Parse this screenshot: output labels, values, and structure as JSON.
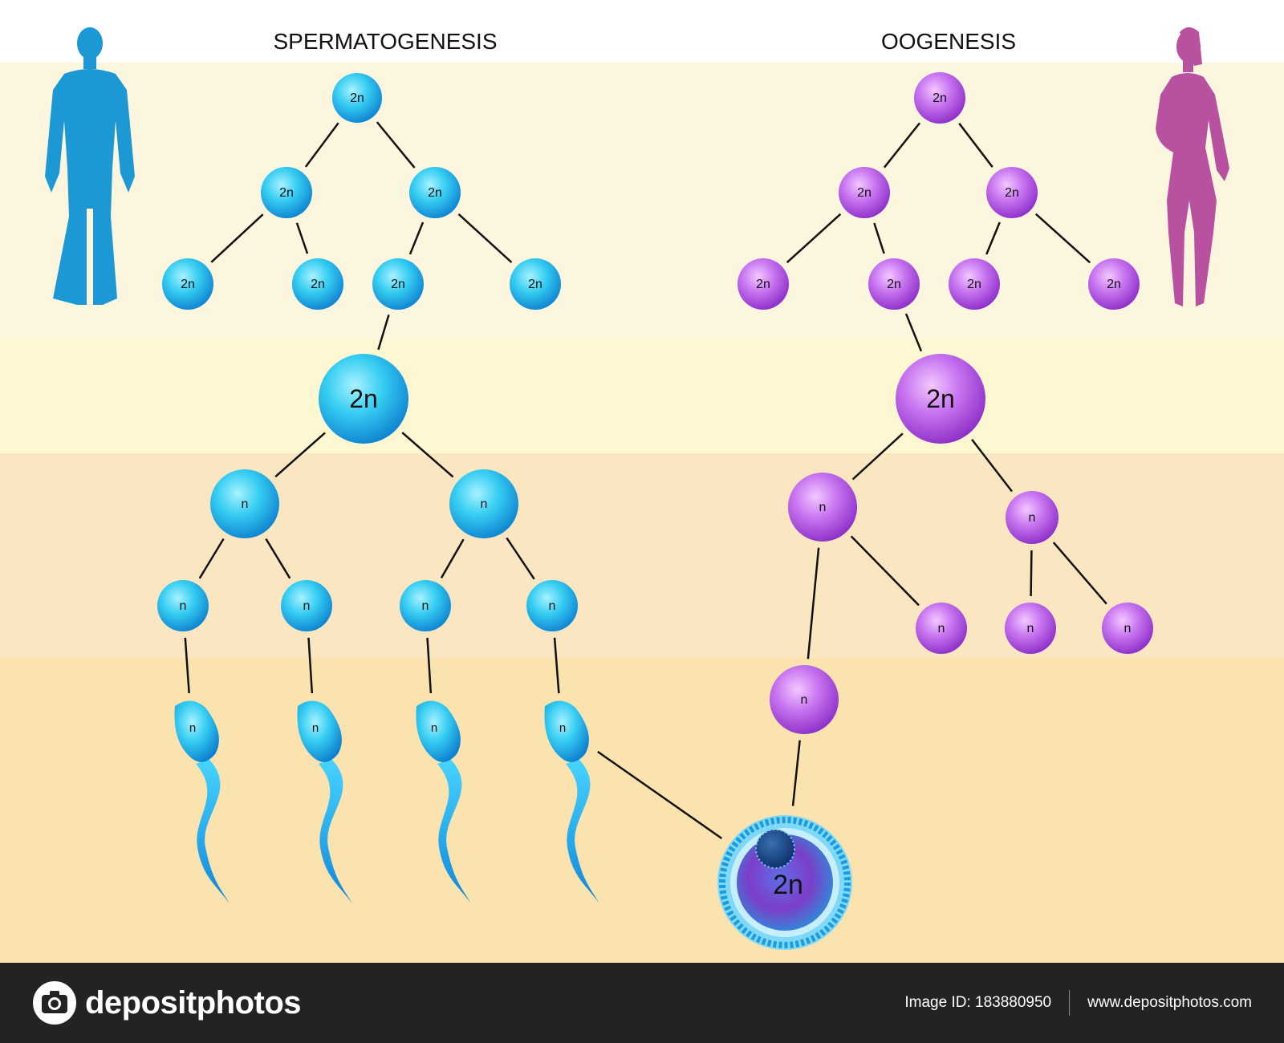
{
  "diagram": {
    "left_title": "SPERMATOGENESIS",
    "right_title": "OOGENESIS",
    "cells": {
      "sperm": [
        {
          "id": "s0",
          "label": "2n"
        },
        {
          "id": "s1",
          "label": "2n"
        },
        {
          "id": "s2",
          "label": "2n"
        },
        {
          "id": "s3",
          "label": "2n"
        },
        {
          "id": "s4",
          "label": "2n"
        },
        {
          "id": "s5",
          "label": "2n"
        },
        {
          "id": "s6",
          "label": "2n"
        },
        {
          "id": "s7",
          "label": "2n"
        },
        {
          "id": "s8",
          "label": "n"
        },
        {
          "id": "s9",
          "label": "n"
        },
        {
          "id": "s10",
          "label": "n"
        },
        {
          "id": "s11",
          "label": "n"
        },
        {
          "id": "s12",
          "label": "n"
        },
        {
          "id": "s13",
          "label": "n"
        }
      ],
      "oo": [
        {
          "id": "o0",
          "label": "2n"
        },
        {
          "id": "o1",
          "label": "2n"
        },
        {
          "id": "o2",
          "label": "2n"
        },
        {
          "id": "o3",
          "label": "2n"
        },
        {
          "id": "o4",
          "label": "2n"
        },
        {
          "id": "o5",
          "label": "2n"
        },
        {
          "id": "o6",
          "label": "2n"
        },
        {
          "id": "o7",
          "label": "2n"
        },
        {
          "id": "o8",
          "label": "n"
        },
        {
          "id": "o9",
          "label": "n"
        },
        {
          "id": "o10",
          "label": "n"
        },
        {
          "id": "o11",
          "label": "n"
        },
        {
          "id": "o12",
          "label": "n"
        },
        {
          "id": "o13",
          "label": "n"
        }
      ],
      "spermatozoa": [
        "n",
        "n",
        "n",
        "n"
      ],
      "zygote": "2n"
    }
  },
  "footer": {
    "brand": "depositphotos",
    "image_id": "Image ID: 183880950",
    "url": "www.depositphotos.com"
  },
  "colors": {
    "male": "#1c98d4",
    "female": "#b8519f",
    "band1": "#fdf6df",
    "band2": "#fdf8d2",
    "band3": "#fae6c0",
    "band4": "#fae3af",
    "footer": "#222324"
  }
}
